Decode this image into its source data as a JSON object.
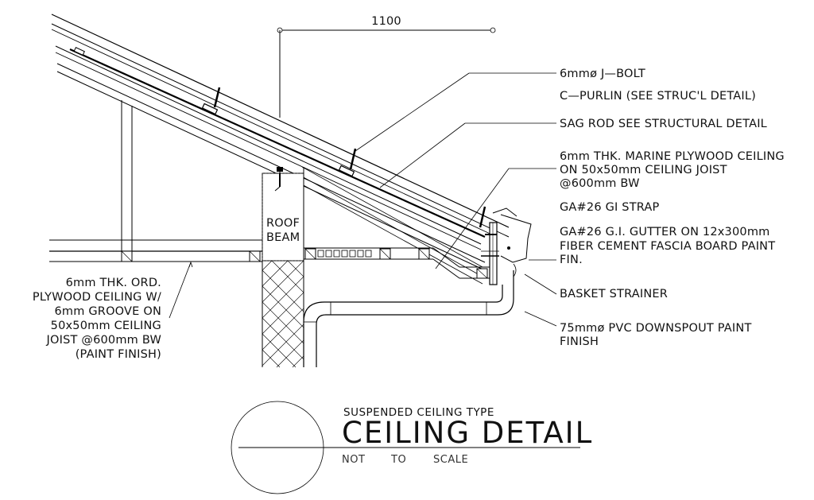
{
  "dimension": {
    "value": "1100"
  },
  "labels": {
    "j_bolt": "6mmø J—BOLT",
    "c_purlin": "C—PURLIN (SEE STRUC'L DETAIL)",
    "sag_rod": "SAG ROD SEE STRUCTURAL DETAIL",
    "marine_plywood": [
      "6mm THK. MARINE PLYWOOD CEILING",
      "ON 50x50mm CEILING JOIST",
      "@600mm BW"
    ],
    "gi_strap": "GA#26 GI STRAP",
    "gutter": [
      "GA#26 G.I. GUTTER ON 12x300mm",
      "FIBER CEMENT FASCIA BOARD PAINT",
      "FIN."
    ],
    "basket_strainer": "BASKET STRAINER",
    "downspout": [
      "75mmø PVC DOWNSPOUT PAINT",
      "FINISH"
    ],
    "ord_plywood": [
      "6mm THK. ORD.",
      "PLYWOOD CEILING W/",
      "6mm GROOVE ON",
      "50x50mm CEILING",
      "JOIST @600mm BW",
      "(PAINT FINISH)"
    ],
    "roof_beam": [
      "ROOF",
      "BEAM"
    ]
  },
  "title_block": {
    "subtitle": "SUSPENDED CEILING TYPE",
    "title": "CEILING DETAIL",
    "scale": [
      "NOT",
      "TO",
      "SCALE"
    ]
  }
}
